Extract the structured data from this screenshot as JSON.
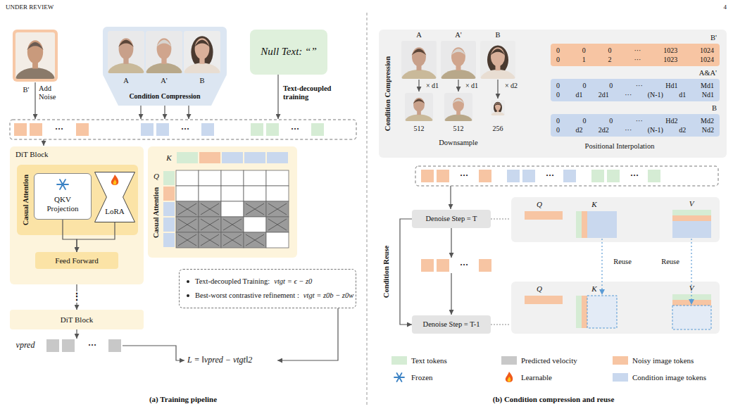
{
  "diagram": {
    "nodes": [
      {
        "text": [
          "A",
          "A'",
          "B",
          "Condition Compression"
        ]
      },
      {
        "text": [
          "Null Text: “”"
        ]
      },
      {
        "text": [
          "DiT Block"
        ]
      },
      {
        "text": [
          "Casual Attention"
        ],
        "in": 2
      },
      {
        "text": [
          "QKV Projection"
        ],
        "in": 3
      },
      {
        "text": [
          "LoRA"
        ],
        "in": 3
      },
      {
        "text": [
          "Feed Forward"
        ],
        "in": 2
      },
      {
        "text": [
          "K",
          "Q",
          "Casual Attention"
        ]
      },
      {
        "text": [
          "DiT Block"
        ]
      },
      {
        "text": [
          "Text-decoupled Training:",
          "vtgt = ϵ − z0",
          "Best-worst contrastive refinement :",
          "vtgt = z0b − z0w"
        ]
      },
      {
        "text": [
          "Condition Compression",
          "A",
          "A'",
          "B",
          "× d1",
          "× d1",
          "× d2",
          "512",
          "512",
          "256",
          "Downsample",
          "Positional Interpolation"
        ]
      },
      {
        "text": [
          "B'",
          "0 0 0 ··· 1023 1024",
          "0 1 2 ··· 1023 1024"
        ],
        "in": 10
      },
      {
        "text": [
          "A&A'",
          "0 0 0 ··· Hd1 Md1",
          "0 d1 2d1 ··· (N-1) d1 Nd1"
        ],
        "in": 10
      },
      {
        "text": [
          "B",
          "0 0 0 ··· Hd2 Md2",
          "0 d2 2d2 ··· (N-1) d2 Nd2"
        ],
        "in": 10
      },
      {
        "text": [
          "Denoise Step = T"
        ]
      },
      {
        "text": [
          "Q",
          "K",
          "V"
        ]
      },
      {
        "text": [
          "Denoise Step = T-1"
        ]
      },
      {
        "text": [
          "Q",
          "K",
          "V"
        ]
      }
    ],
    "edges": [
      {
        "from": 4,
        "to": 6,
        "arrow": "to"
      },
      {
        "from": 5,
        "to": 6,
        "arrow": "to"
      },
      {
        "from": 2,
        "to": 8,
        "arrow": "to",
        "label": "⋮"
      },
      {
        "from": 14,
        "to": 16,
        "arrow": "to"
      }
    ],
    "labels": [
      "UNDER REVIEW",
      "4",
      "B'",
      "Add Noise",
      "Text-decoupled training",
      "···",
      "···",
      "···",
      "vpred",
      "···",
      "L = ‖vpred − vtgt‖2",
      "(a) Training pipeline",
      "···",
      "···",
      "···",
      "Condition Reuse",
      "···",
      "Reuse",
      "Reuse",
      "(b) Condition compression and reuse"
    ],
    "legend": [
      {
        "text": "Text tokens",
        "color": "#d5ecd4"
      },
      {
        "text": "Predicted velocity",
        "color": "#c8c8c8"
      },
      {
        "text": "Noisy image tokens",
        "color": "#f7c5a3"
      },
      {
        "text": "Frozen"
      },
      {
        "text": "Learnable"
      },
      {
        "text": "Condition image tokens",
        "color": "#c9d8ee"
      }
    ]
  }
}
